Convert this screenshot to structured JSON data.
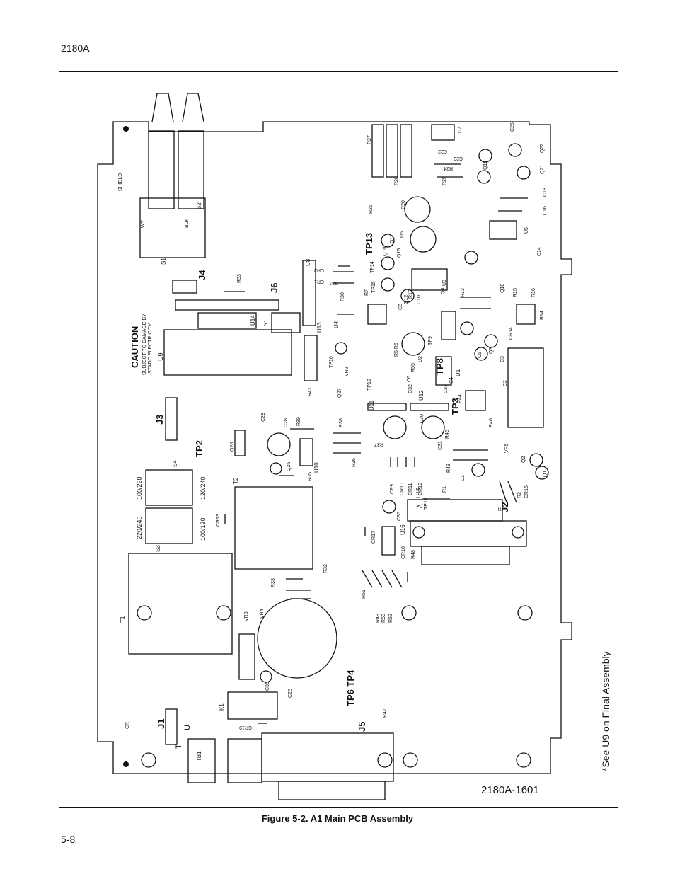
{
  "page_header": "2180A",
  "page_number": "5-8",
  "figure_caption": "Figure 5-2. A1 Main PCB Assembly",
  "figure_number": "2180A-1601",
  "side_note": "*See U9 on Final Assembly",
  "board": {
    "caution_title": "CAUTION",
    "caution_line1": "SUBJECT TO DAMAGE BY",
    "caution_line2": "STATIC ELECTRICITY",
    "shield_label": "SHIELD",
    "wt_label": "WT",
    "blk_label": "BLK",
    "labels": {
      "tp2": "TP2",
      "tp3": "TP3",
      "tp8": "TP8",
      "tp13": "TP13",
      "tp6tp4": "TP6 TP4",
      "j1": "J1",
      "j2": "J2",
      "j3": "J3",
      "j4": "J4",
      "j5": "J5",
      "j6": "J6",
      "u9": "U9",
      "u14": "U14",
      "u13": "U13",
      "u8": "U8",
      "u10": "U10",
      "u12": "U12",
      "u11": "U11",
      "u4": "U4",
      "u15": "U15",
      "u16": "U16",
      "u1": "U1",
      "s1": "S1",
      "s2": "S2",
      "s3": "S3",
      "s4": "S4",
      "t1": "T1",
      "t2": "T2",
      "k1": "K1",
      "tb1": "TB1",
      "sw_100_220": "100/220",
      "sw_220_240": "220/240",
      "sw_120_240": "120/240",
      "sw_100_120": "100/120",
      "r27": "R27",
      "r26": "R26",
      "r28": "R28",
      "r24": "R24",
      "r25": "R25",
      "r53": "R53",
      "r41": "R41",
      "r38": "R38",
      "r37": "R37",
      "r36": "R36",
      "r39": "R39",
      "r35": "R35",
      "r45": "R45",
      "r46": "R46",
      "r44": "R44",
      "r43": "R43",
      "r1": "R1",
      "r2": "R2",
      "r14": "R14",
      "r16": "R16",
      "r15": "R15",
      "r13": "R13",
      "r32": "R32",
      "r33": "R33",
      "r47": "R47",
      "r48": "R48",
      "r49": "R49",
      "r50": "R50",
      "r51": "R51",
      "r52": "R52",
      "r30": "R30",
      "r31": "R31",
      "r7": "R7",
      "r10": "R10",
      "r5r6": "R5 R6",
      "r55": "R55",
      "c25": "C25",
      "c18": "C18",
      "c16": "C16",
      "c14": "C14",
      "c2": "C2",
      "c3": "C3",
      "c5": "C5",
      "c1": "C1",
      "c30": "C30",
      "c31": "C31",
      "c32": "C32",
      "c33": "C33",
      "c29": "C29",
      "c28": "C28",
      "c36": "C36",
      "c20": "C20",
      "c35": "C35",
      "c26": "C26",
      "c10": "C10",
      "c8": "C8",
      "c6": "C6",
      "c4": "C4",
      "c22": "C22",
      "c23": "C23",
      "q22": "Q22",
      "q21": "Q21",
      "q19": "Q19",
      "q1": "Q1",
      "q2": "Q2",
      "q3": "Q3",
      "q25": "Q25",
      "q26": "Q26",
      "q27": "Q27",
      "q11": "Q11",
      "q12": "Q12",
      "q4": "Q4",
      "q10": "Q10",
      "q15": "Q15",
      "q18": "Q18",
      "vr2": "VR2",
      "vr3": "VR3",
      "vr4": "VR4",
      "vr5": "VR5",
      "cr1": "CR1",
      "cr2": "CR2",
      "cr9": "CR9",
      "cr10": "CR10",
      "cr11": "CR11",
      "cr12": "CR12",
      "cr13": "CR13",
      "cr14": "CR14",
      "cr16": "CR16",
      "cr17": "CR17",
      "cr18": "CR18",
      "cr19": "CR19",
      "tp14": "TP14",
      "tp15": "TP15",
      "tp16": "TP16",
      "tp17": "TP17",
      "tp9": "TP9",
      "tp12": "TP12",
      "y1": "Y1",
      "u5": "U5",
      "u7": "U7",
      "u2": "U2",
      "u3": "U3",
      "u6": "U6",
      "cr": "CR",
      "u": "U",
      "t": "T",
      "f": "F",
      "a": "A"
    }
  }
}
